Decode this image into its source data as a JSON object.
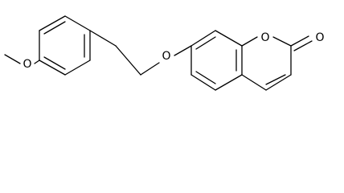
{
  "molecule": {
    "atoms": {
      "methoxy_oxygen": "O",
      "ether_oxygen": "O",
      "ring_oxygen": "O",
      "carbonyl_oxygen": "O"
    }
  }
}
